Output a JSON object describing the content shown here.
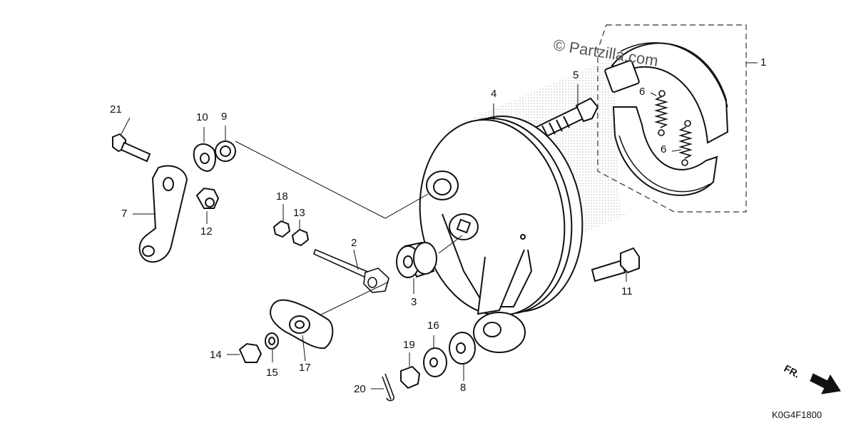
{
  "watermark": "© Partzilla.com",
  "diagram_code": "K0G4F1800",
  "direction_label": "FR.",
  "callouts": {
    "n1": "1",
    "n2": "2",
    "n3": "3",
    "n4": "4",
    "n5": "5",
    "n6a": "6",
    "n6b": "6",
    "n7": "7",
    "n8": "8",
    "n9": "9",
    "n10": "10",
    "n11": "11",
    "n12": "12",
    "n13": "13",
    "n14": "14",
    "n15": "15",
    "n16": "16",
    "n17": "17",
    "n18": "18",
    "n19": "19",
    "n20": "20",
    "n21": "21"
  }
}
